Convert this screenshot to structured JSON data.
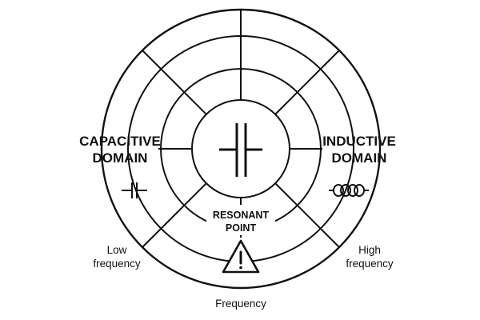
{
  "labels": {
    "capacitive": {
      "line1": "CAPACITIVE",
      "line2": "DOMAIN"
    },
    "inductive": {
      "line1": "INDUCTIVE",
      "line2": "DOMAIN"
    },
    "resonant": {
      "line1": "RESONANT",
      "line2": "POINT"
    },
    "low_frequency": {
      "line1": "Low",
      "line2": "frequency"
    },
    "high_frequency": {
      "line1": "High",
      "line2": "frequency"
    },
    "frequency": "Frequency"
  },
  "icons": {
    "center": "capacitor-icon",
    "left": "capacitor-icon",
    "right": "inductor-coil-icon",
    "bottom": "warning-triangle-icon"
  },
  "colors": {
    "line": "#111111",
    "background": "#ffffff"
  }
}
